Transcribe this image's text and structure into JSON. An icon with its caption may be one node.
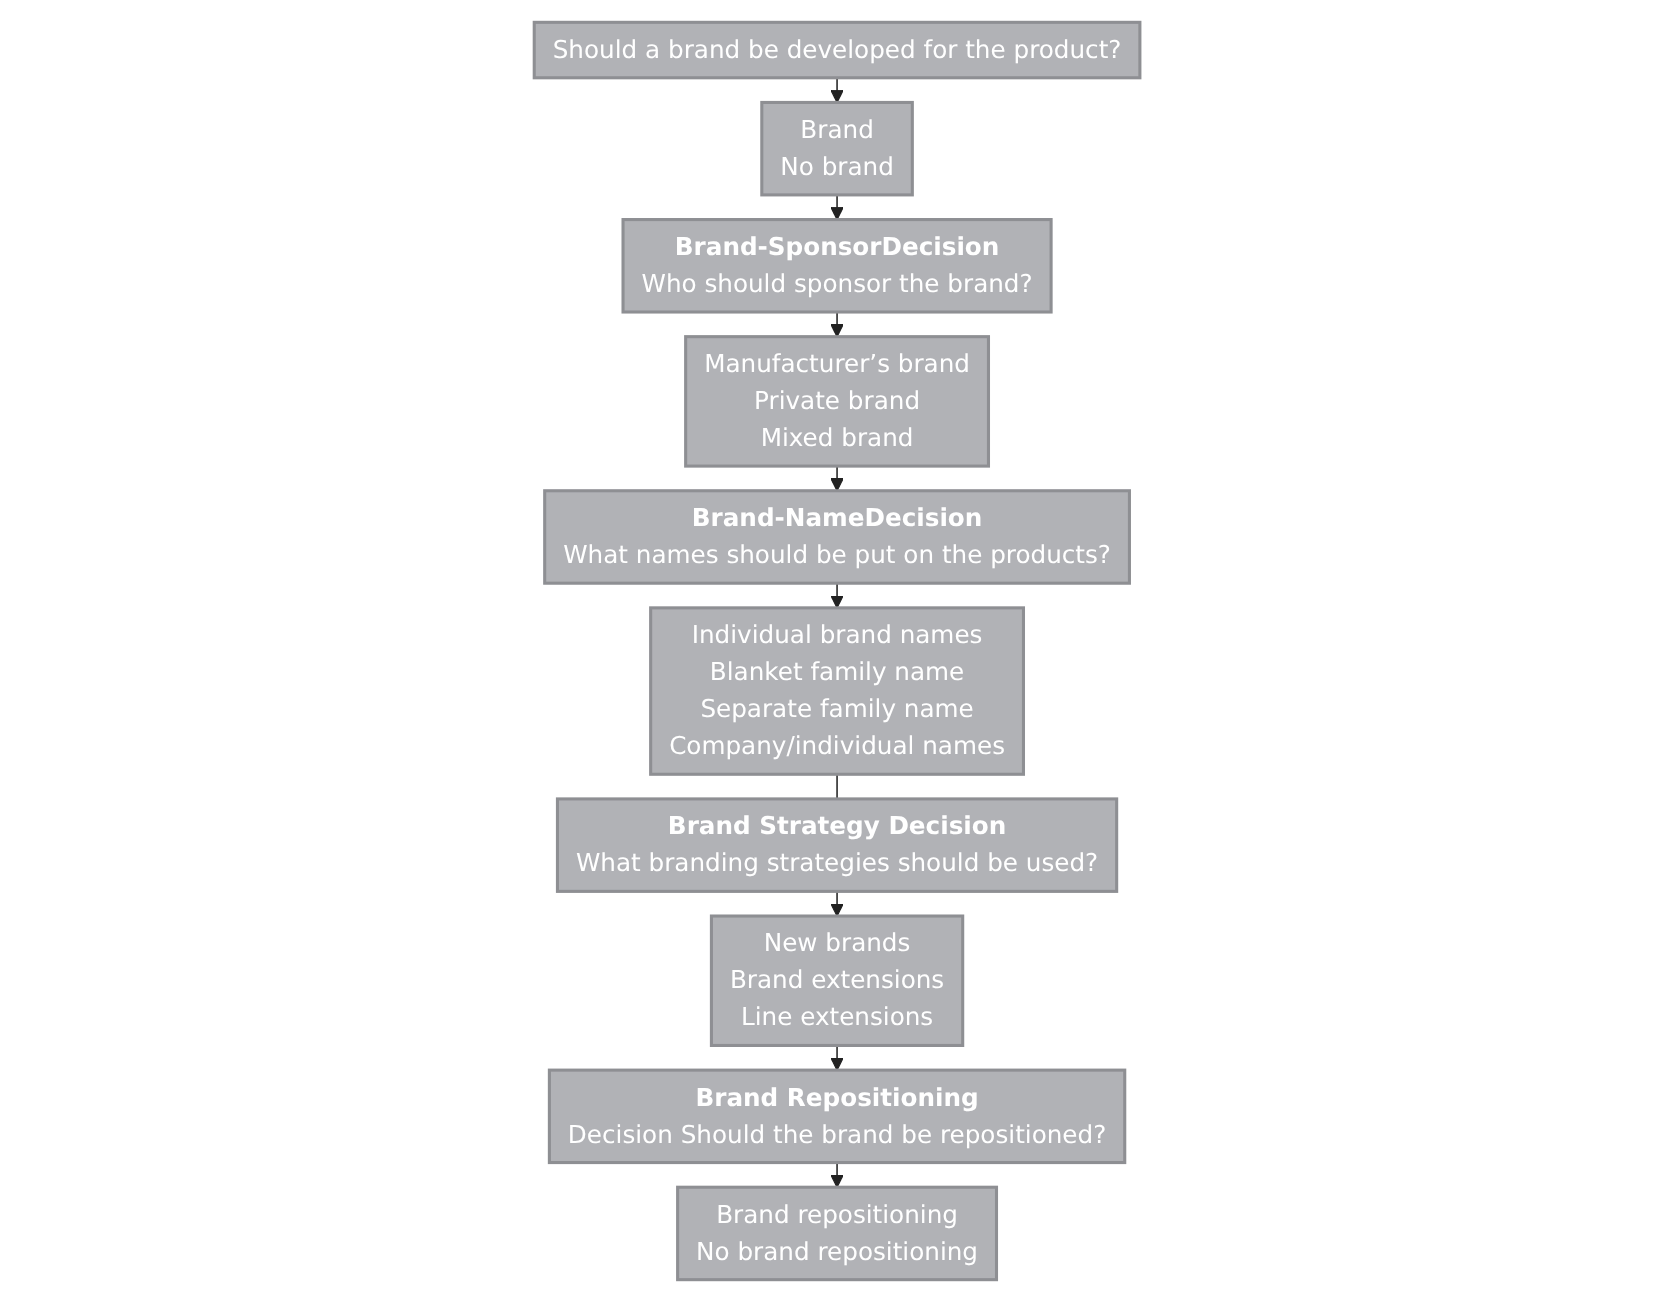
{
  "diagram": {
    "nodes": [
      {
        "text": [
          "Should a brand be developed for the product?"
        ]
      },
      {
        "text": [
          "Brand",
          "No brand"
        ]
      },
      {
        "text": [
          "Brand-SponsorDecision",
          "Who should sponsor the brand?"
        ]
      },
      {
        "text": [
          "Manufacturer’s brand",
          "Private brand",
          "Mixed brand"
        ]
      },
      {
        "text": [
          "Brand-NameDecision",
          "What names should be put on the products?"
        ]
      },
      {
        "text": [
          "Individual brand names",
          "Blanket family name",
          "Separate family name",
          "Company/individual names"
        ]
      },
      {
        "text": [
          "Brand Strategy Decision",
          "What branding strategies should be used?"
        ]
      },
      {
        "text": [
          "New brands",
          "Brand extensions",
          "Line extensions"
        ]
      },
      {
        "text": [
          "Brand Repositioning",
          "Decision Should the brand be repositioned?"
        ]
      },
      {
        "text": [
          "Brand repositioning",
          "No brand repositioning"
        ]
      }
    ],
    "edges": [
      {
        "from": 0,
        "to": 1,
        "arrow": "to"
      },
      {
        "from": 1,
        "to": 2,
        "arrow": "to"
      },
      {
        "from": 2,
        "to": 3,
        "arrow": "to"
      },
      {
        "from": 3,
        "to": 4,
        "arrow": "to"
      },
      {
        "from": 4,
        "to": 5,
        "arrow": "to"
      },
      {
        "from": 5,
        "to": 6,
        "arrow": "none"
      },
      {
        "from": 6,
        "to": 7,
        "arrow": "to"
      },
      {
        "from": 7,
        "to": 8,
        "arrow": "to"
      },
      {
        "from": 8,
        "to": 9,
        "arrow": "to"
      }
    ]
  }
}
